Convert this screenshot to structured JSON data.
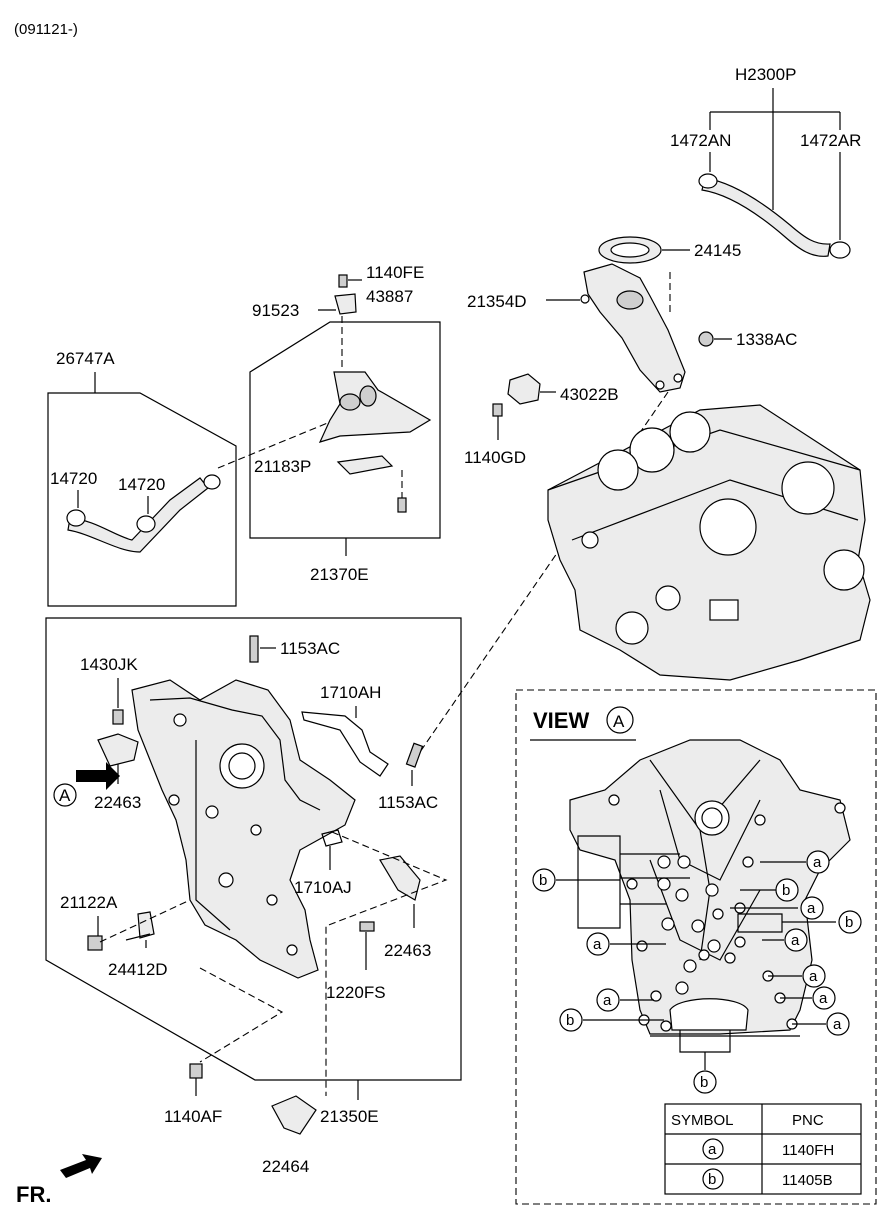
{
  "header": {
    "code": "(091121-)"
  },
  "orientation": {
    "fr_label": "FR."
  },
  "view": {
    "title": "VIEW",
    "marker": "A"
  },
  "callouts": {
    "h2300p": "H2300P",
    "p1472an": "1472AN",
    "p1472ar": "1472AR",
    "p24145": "24145",
    "p21354d": "21354D",
    "p1338ac": "1338AC",
    "p43022b": "43022B",
    "p1140gd": "1140GD",
    "p1140fe": "1140FE",
    "p43887": "43887",
    "p91523": "91523",
    "p21183p": "21183P",
    "p21370e": "21370E",
    "p26747a": "26747A",
    "p14720a": "14720",
    "p14720b": "14720",
    "p1153ac_top": "1153AC",
    "p1430jk": "1430JK",
    "p1710ah": "1710AH",
    "p22463_left": "22463",
    "marker_a": "A",
    "p1153ac_right": "1153AC",
    "p1710aj": "1710AJ",
    "p21122a": "21122A",
    "p24412d": "24412D",
    "p22463_right": "22463",
    "p1220fs": "1220FS",
    "p1140af": "1140AF",
    "p21350e": "21350E",
    "p22464": "22464"
  },
  "view_symbols": {
    "a": "a",
    "b": "b"
  },
  "legend_table": {
    "headers": [
      "SYMBOL",
      "PNC"
    ],
    "rows": [
      {
        "symbol": "a",
        "pnc": "1140FH"
      },
      {
        "symbol": "b",
        "pnc": "11405B"
      }
    ]
  }
}
